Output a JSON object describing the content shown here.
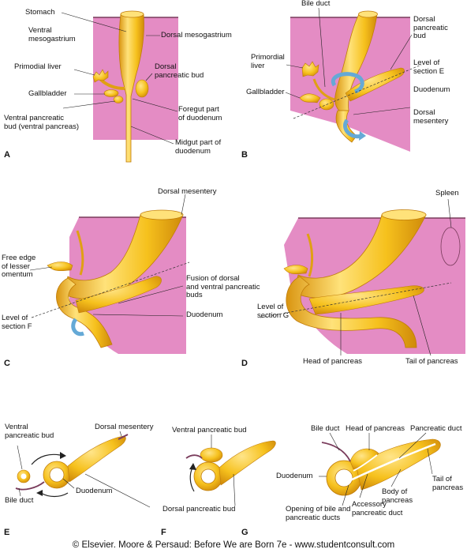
{
  "colors": {
    "mesentery": "#e48cc4",
    "organ": "#f7c51e",
    "organ_dark": "#d7930b",
    "organ_light": "#ffe27a",
    "rotation_arrow": "#65a9d6",
    "outline": "#7a3c5c"
  },
  "panels": {
    "A": {
      "letter": "A",
      "labels": {
        "stomach": "Stomach",
        "ventral_mesogastrium": "Ventral\nmesogastrium",
        "dorsal_mesogastrium": "Dorsal mesogastrium",
        "primordial_liver": "Primodial liver",
        "dorsal_pancreatic_bud": "Dorsal\npancreatic bud",
        "gallbladder": "Gallbladder",
        "foregut_duodenum": "Foregut part\nof duodenum",
        "ventral_pancreatic_bud": "Ventral pancreatic\nbud (ventral pancreas)",
        "midgut_duodenum": "Midgut part of\nduodenum"
      }
    },
    "B": {
      "letter": "B",
      "labels": {
        "bile_duct": "Bile duct",
        "dorsal_pancreatic_bud": "Dorsal\npancreatic\nbud",
        "primordial_liver": "Primordial\nliver",
        "level_section_e": "Level of\nsection E",
        "gallbladder": "Gallbladder",
        "duodenum": "Duodenum",
        "dorsal_mesentery": "Dorsal\nmesentery"
      }
    },
    "C": {
      "letter": "C",
      "labels": {
        "dorsal_mesentery": "Dorsal mesentery",
        "free_edge": "Free edge\nof lesser\nomentum",
        "fusion": "Fusion of dorsal\nand ventral pancreatic\nbuds",
        "duodenum": "Duodenum",
        "level_section_f": "Level of\nsection F"
      }
    },
    "D": {
      "letter": "D",
      "labels": {
        "spleen": "Spleen",
        "level_section_g": "Level of\nsection G",
        "head_of_pancreas": "Head of pancreas",
        "tail_of_pancreas": "Tail of pancreas"
      }
    },
    "E": {
      "letter": "E",
      "labels": {
        "ventral_pancreatic_bud": "Ventral\npancreatic bud",
        "dorsal_mesentery": "Dorsal mesentery",
        "duodenum": "Duodenum",
        "bile_duct": "Bile duct"
      }
    },
    "F": {
      "letter": "F",
      "labels": {
        "ventral_pancreatic_bud": "Ventral pancreatic bud",
        "dorsal_pancreatic_bud": "Dorsal pancreatic bud"
      }
    },
    "G": {
      "letter": "G",
      "labels": {
        "bile_duct": "Bile duct",
        "head_of_pancreas": "Head of pancreas",
        "pancreatic_duct": "Pancreatic duct",
        "duodenum": "Duodenum",
        "tail_of_pancreas": "Tail of\npancreas",
        "body_of_pancreas": "Body of\npancreas",
        "opening_ducts": "Opening of bile and\npancreatic ducts",
        "accessory_duct": "Accessory\npancreatic duct"
      }
    }
  },
  "credit": "© Elsevier. Moore & Persaud: Before We are Born 7e - www.studentconsult.com"
}
